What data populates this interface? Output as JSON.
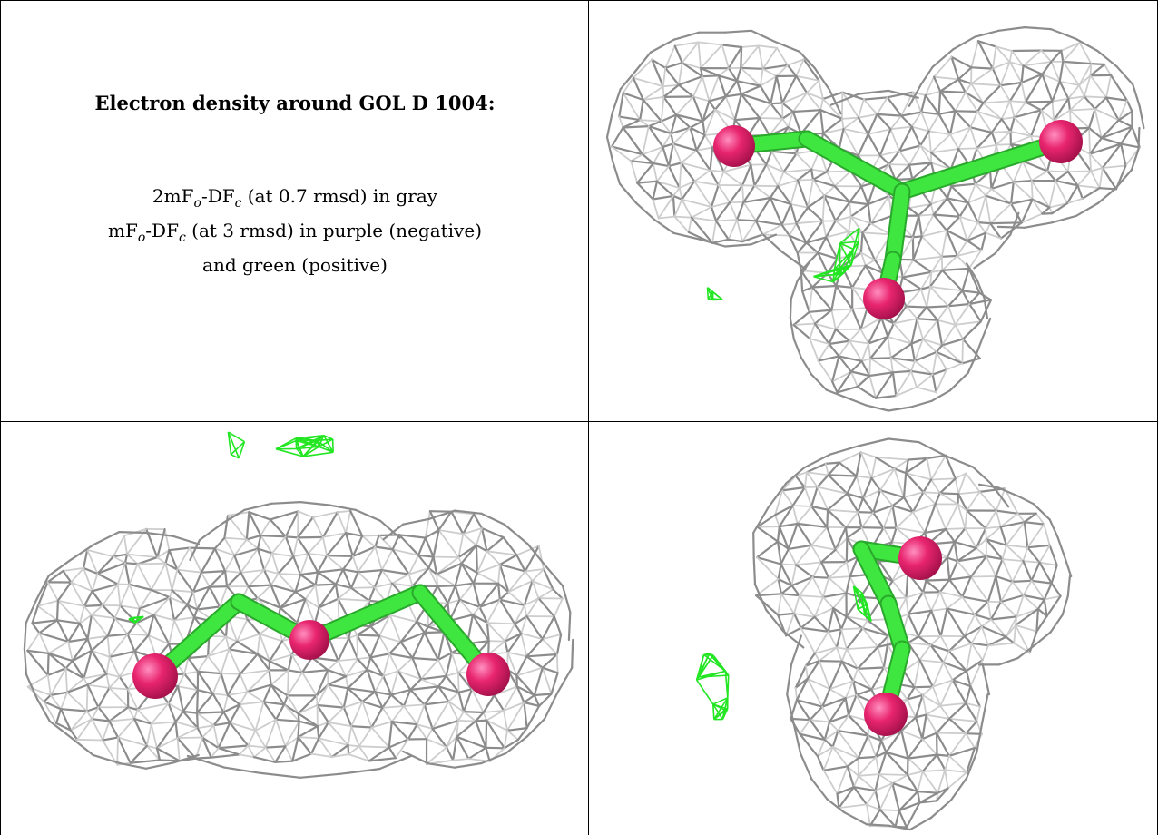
{
  "title": "Electron density around GOL D 1004:",
  "legend": {
    "line1": {
      "pre": "2mF",
      "sub1": "o",
      "mid": "-DF",
      "sub2": "c",
      "post": " (at 0.7 rmsd) in gray"
    },
    "line2": {
      "pre": "mF",
      "sub1": "o",
      "mid": "-DF",
      "sub2": "c",
      "post": " (at 3 rmsd) in purple (negative)"
    },
    "line3": "and green (positive)"
  },
  "colors": {
    "mesh_dark": "#8c8c8c",
    "mesh_light": "#cdcdcd",
    "bond": "#3fe640",
    "atom": "#e8256e",
    "positive_density": "#22e622",
    "border": "#000000"
  },
  "panels": [
    "view-top-right",
    "view-bottom-left",
    "view-bottom-right"
  ]
}
